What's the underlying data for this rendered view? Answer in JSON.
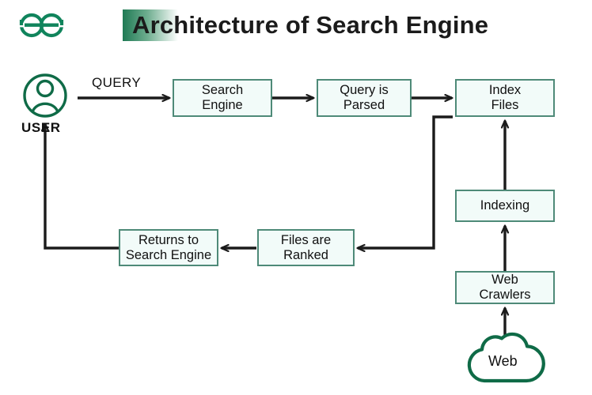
{
  "header": {
    "logo_icon": "geeksforgeeks-logo-icon",
    "title": "Architecture of Search Engine",
    "logo_color": "#10845c",
    "title_color": "#1b1b1b",
    "gradient_from": "#1f7a54",
    "gradient_to": "#ffffff"
  },
  "theme": {
    "node_border": "#4e8a78",
    "node_fill": "#f2fbf9",
    "connector": "#1b1b1b",
    "accent_green": "#0f6b47",
    "text": "#111111",
    "background": "#ffffff"
  },
  "diagram": {
    "type": "flowchart",
    "title": "Architecture of Search Engine",
    "actors": [
      {
        "id": "user",
        "label": "USER",
        "icon": "user-avatar-icon",
        "shape": "circle-person"
      },
      {
        "id": "web",
        "label": "Web",
        "icon": "cloud-icon",
        "shape": "cloud"
      }
    ],
    "nodes": [
      {
        "id": "search-engine",
        "label": "Search\nEngine"
      },
      {
        "id": "query-parsed",
        "label": "Query is\nParsed"
      },
      {
        "id": "index-files",
        "label": "Index\nFiles"
      },
      {
        "id": "indexing",
        "label": "Indexing"
      },
      {
        "id": "web-crawlers",
        "label": "Web\nCrawlers"
      },
      {
        "id": "returns",
        "label": "Returns to\nSearch Engine"
      },
      {
        "id": "files-ranked",
        "label": "Files are\nRanked"
      }
    ],
    "edges": [
      {
        "from": "user",
        "to": "search-engine",
        "label": "QUERY"
      },
      {
        "from": "search-engine",
        "to": "query-parsed",
        "label": ""
      },
      {
        "from": "query-parsed",
        "to": "index-files",
        "label": ""
      },
      {
        "from": "index-files",
        "to": "files-ranked",
        "label": ""
      },
      {
        "from": "files-ranked",
        "to": "returns",
        "label": ""
      },
      {
        "from": "returns",
        "to": "user",
        "label": ""
      },
      {
        "from": "web",
        "to": "web-crawlers",
        "label": ""
      },
      {
        "from": "web-crawlers",
        "to": "indexing",
        "label": ""
      },
      {
        "from": "indexing",
        "to": "index-files",
        "label": ""
      }
    ],
    "edge_labels": {
      "query": "QUERY"
    }
  }
}
